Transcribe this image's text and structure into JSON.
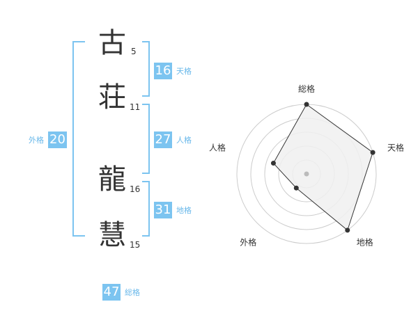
{
  "name": {
    "characters": [
      {
        "char": "古",
        "strokes": "5"
      },
      {
        "char": "荘",
        "strokes": "11"
      },
      {
        "char": "龍",
        "strokes": "16"
      },
      {
        "char": "慧",
        "strokes": "15"
      }
    ]
  },
  "kaku": {
    "tenkaku": {
      "value": "16",
      "label": "天格"
    },
    "jinkaku": {
      "value": "27",
      "label": "人格"
    },
    "chikaku": {
      "value": "31",
      "label": "地格"
    },
    "gaikaku": {
      "value": "20",
      "label": "外格"
    },
    "soukaku": {
      "value": "47",
      "label": "総格"
    }
  },
  "colors": {
    "accent": "#7cc4f0",
    "accent_text": "#69b8ea",
    "polygon_fill": "#f0f0f0",
    "polygon_stroke": "#333333",
    "grid": "#cccccc"
  },
  "chart_data": {
    "type": "radar",
    "axes": [
      "総格",
      "天格",
      "地格",
      "外格",
      "人格"
    ],
    "values": [
      4,
      4,
      4,
      1,
      2
    ],
    "range": [
      0,
      4
    ],
    "rings": 4
  }
}
